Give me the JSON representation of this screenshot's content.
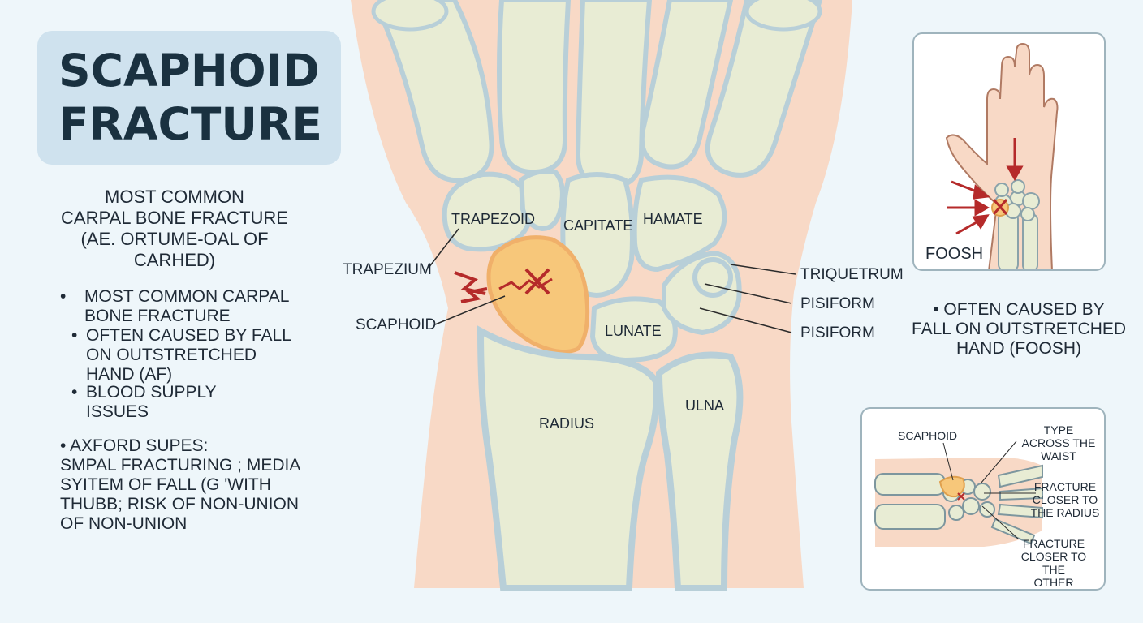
{
  "title": {
    "line1": "SCAPHOID",
    "line2": "FRACTURE"
  },
  "intro": {
    "line1": "MOST COMMON",
    "line2": "CARPAL BONE FRACTURE",
    "line3": "(AE. ORTUME-OAL OF CARHED)"
  },
  "bullets": [
    {
      "line1": "MOST COMMON CARPAL",
      "line2": "BONE FRACTURE"
    },
    {
      "line1": "OFTEN CAUSED BY FALL",
      "line2": "ON OUTSTRETCHED",
      "line3": "HAND (AF)"
    },
    {
      "line1": "BLOOD SUPPLY",
      "line2": "ISSUES"
    }
  ],
  "bullet_symbol": "•",
  "note": {
    "line1": "• AXFORD SUPES:",
    "line2": "SMPAL FRACTURING ;  MEDIA",
    "line3": "SYITEM  OF     FALL (G  'WITH",
    "line4": "THUBB;  RISK  OF  NON-UNION",
    "line5": "OF NON-UNION"
  },
  "bones": {
    "trapezoid": "TRAPEZOID",
    "capitate": "CAPITATE",
    "hamate": "HAMATE",
    "lunate": "LUNATE",
    "radius": "RADIUS",
    "ulna": "ULNA"
  },
  "callouts": {
    "trapezium": "TRAPEZIUM",
    "scaphoid": "SCAPHOID",
    "triquetrum": "TRIQUETRUM",
    "pisiform_1": "PISIFORM",
    "pisiform_2": "PISIFORM"
  },
  "foosh_panel": {
    "label": "FOOSH"
  },
  "foosh_caption": {
    "line1": "• OFTEN CAUSED BY",
    "line2": "FALL ON OUTSTRETCHED",
    "line3": "HAND (FOOSH)"
  },
  "xray_panel": {
    "scaphoid": "SCAPHOID",
    "type": {
      "line1": "TYPE",
      "line2": "ACROSS THE",
      "line3": "WAIST"
    },
    "radius": {
      "line1": "FRACTURE",
      "line2": "CLOSER TO",
      "line3": "THE RADIUS"
    },
    "carpals": {
      "line1": "FRACTURE",
      "line2": "CLOSER TO THE",
      "line3": "OTHER CARPALS"
    }
  },
  "colors": {
    "skin": "#f8d9c6",
    "bone_fill": "#e8ecd4",
    "bone_edge": "#b8cfd8",
    "scaphoid_fill": "#f7c77a",
    "fracture_red": "#b52a2a",
    "title_bg": "#cfe2ee"
  }
}
